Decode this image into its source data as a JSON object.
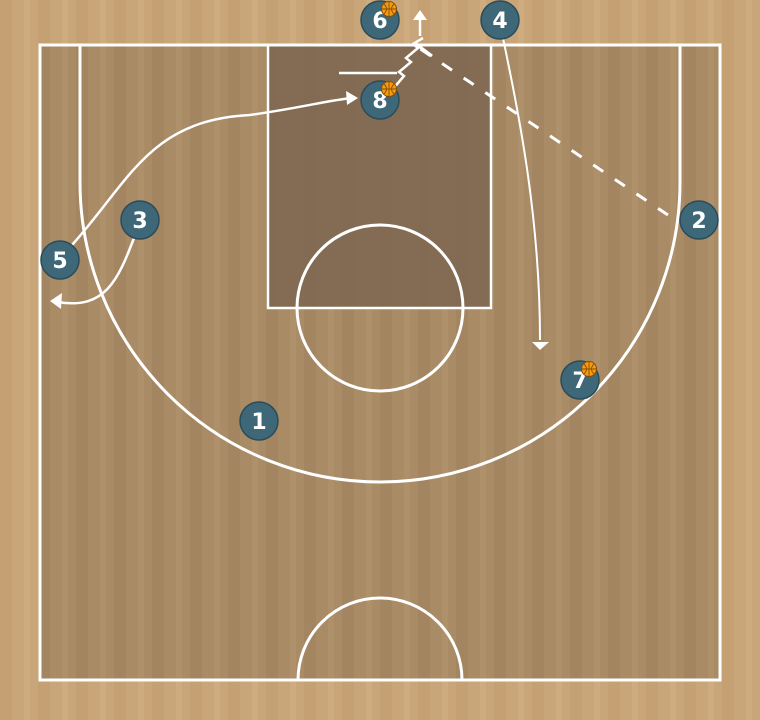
{
  "colors": {
    "floor": "#c9a67a",
    "floor_dark": "#b8956a",
    "court": "#a98b66",
    "paint": "#7d6650",
    "lines": "#ffffff",
    "player": "#3e6778",
    "player_border": "#2b4c5a",
    "ball": "#f39c12"
  },
  "players": [
    {
      "id": "p1",
      "label": "1",
      "has_ball": false
    },
    {
      "id": "p2",
      "label": "2",
      "has_ball": false
    },
    {
      "id": "p3",
      "label": "3",
      "has_ball": false
    },
    {
      "id": "p4",
      "label": "4",
      "has_ball": false
    },
    {
      "id": "p5",
      "label": "5",
      "has_ball": false
    },
    {
      "id": "p6",
      "label": "6",
      "has_ball": true
    },
    {
      "id": "p7",
      "label": "7",
      "has_ball": true
    },
    {
      "id": "p8",
      "label": "8",
      "has_ball": true
    }
  ],
  "actions": [
    {
      "type": "cut",
      "from": "5",
      "to": "8"
    },
    {
      "type": "cut",
      "from": "3",
      "to": "corner"
    },
    {
      "type": "cut",
      "from": "4",
      "to": "wing"
    },
    {
      "type": "pass",
      "from": "2",
      "to": "6"
    },
    {
      "type": "dribble",
      "from": "8",
      "to": "6"
    },
    {
      "type": "screen",
      "from": "8"
    }
  ]
}
